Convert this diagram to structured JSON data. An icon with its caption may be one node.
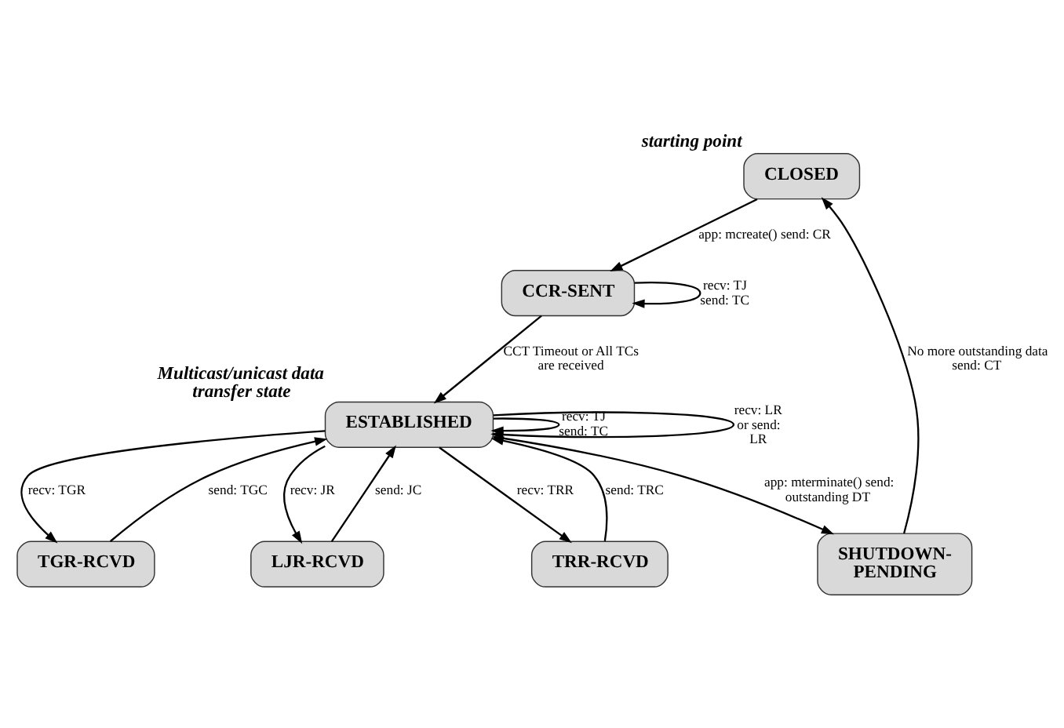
{
  "diagram": {
    "nodes": [
      {
        "text": [
          "CLOSED"
        ],
        "beside": [
          "starting point"
        ]
      },
      {
        "text": [
          "CCR-SENT"
        ]
      },
      {
        "text": [
          "LJR-RCVD"
        ]
      },
      {
        "text": [
          "ESTABLISHED"
        ],
        "beside": [
          "Multicast/unicast data transfer state"
        ]
      },
      {
        "text": [
          "SHUTDOWN- PENDING"
        ]
      },
      {
        "text": [
          "TGR-RCVD"
        ]
      },
      {
        "text": [
          "TRR-RCVD"
        ]
      }
    ],
    "edges": [
      {
        "from": 0,
        "to": 1,
        "arrow": "to",
        "label": "app: mcreate() send: CR"
      },
      {
        "from": 1,
        "to": 1,
        "arrow": "to",
        "label": "recv: TJ send: TC"
      },
      {
        "from": 1,
        "to": 3,
        "arrow": "to",
        "label": "CCT Timeout or All TCs are received"
      },
      {
        "from": 3,
        "to": 3,
        "arrow": "to",
        "label": "recv: TJ send: TC"
      },
      {
        "from": 3,
        "to": 3,
        "arrow": "to",
        "label": "recv: LR or send: LR"
      },
      {
        "from": 3,
        "to": 2,
        "arrow": "to",
        "label": "recv: JR"
      },
      {
        "from": 2,
        "to": 3,
        "arrow": "to",
        "label": "send: JC"
      },
      {
        "from": 3,
        "to": 4,
        "arrow": "to",
        "label": "app: mterminate() send: outstanding DT"
      },
      {
        "from": 4,
        "to": 0,
        "arrow": "to",
        "label": "No more outstanding data send: CT"
      },
      {
        "from": 3,
        "to": 5,
        "arrow": "to",
        "label": "recv: TGR"
      },
      {
        "from": 5,
        "to": 3,
        "arrow": "to",
        "label": "send: TGC"
      },
      {
        "from": 6,
        "to": 3,
        "arrow": "to",
        "label": "send: TRC"
      },
      {
        "from": 3,
        "to": 6,
        "arrow": "to",
        "label": "recv: TRR"
      }
    ]
  }
}
